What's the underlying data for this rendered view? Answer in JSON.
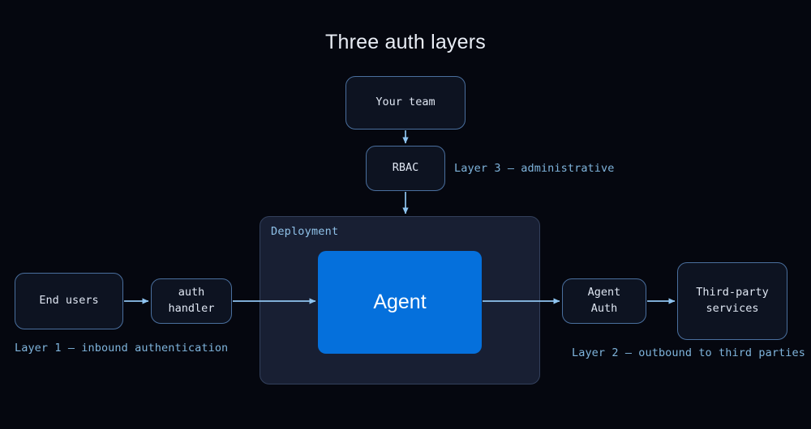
{
  "diagram": {
    "title": "Three auth layers",
    "background_color": "#05070f",
    "accent_color": "#0570dc",
    "border_color": "#4a6f9e",
    "label_color": "#7fb4dc",
    "arrow_color": "#8fc4f0"
  },
  "nodes": {
    "your_team": "Your team",
    "rbac": "RBAC",
    "end_users": "End users",
    "auth_handler": "auth\nhandler",
    "agent": "Agent",
    "agent_auth": "Agent\nAuth",
    "third_party": "Third-party\nservices"
  },
  "container": {
    "deployment_label": "Deployment"
  },
  "labels": {
    "layer1": "Layer 1 — inbound authentication",
    "layer2": "Layer 2 — outbound to third parties",
    "layer3": "Layer 3 — administrative"
  }
}
